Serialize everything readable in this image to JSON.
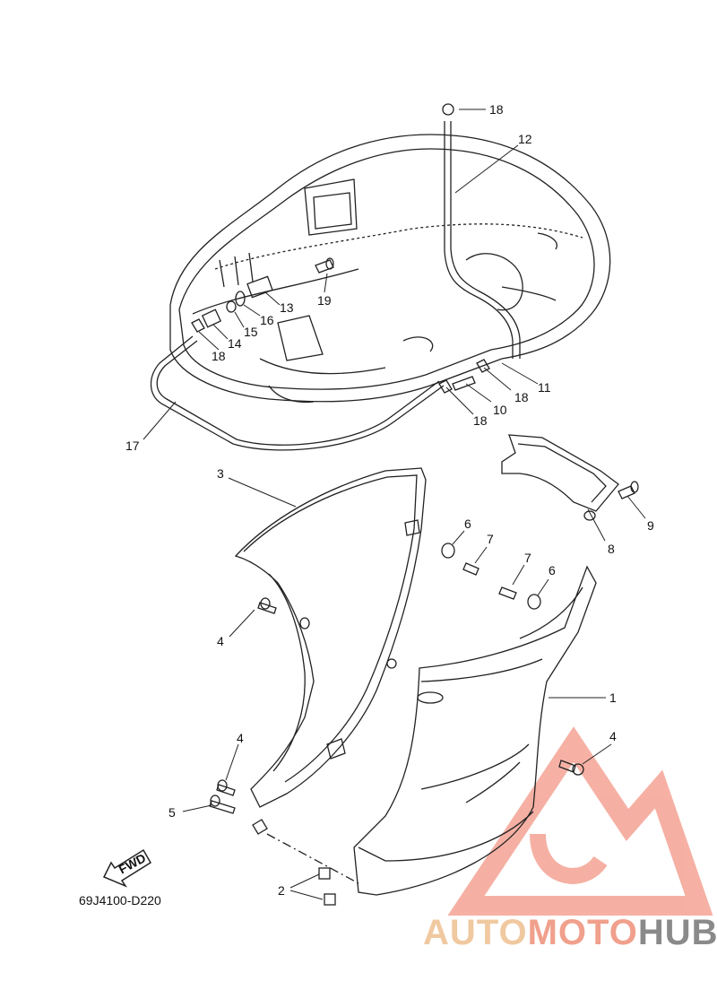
{
  "diagram": {
    "drawing_code": "69J4100-D220",
    "fwd_label": "FWD",
    "callouts": [
      {
        "id": "c1",
        "text": "1"
      },
      {
        "id": "c2",
        "text": "2"
      },
      {
        "id": "c3",
        "text": "3"
      },
      {
        "id": "c4a",
        "text": "4"
      },
      {
        "id": "c4b",
        "text": "4"
      },
      {
        "id": "c4c",
        "text": "4"
      },
      {
        "id": "c5",
        "text": "5"
      },
      {
        "id": "c6a",
        "text": "6"
      },
      {
        "id": "c6b",
        "text": "6"
      },
      {
        "id": "c7a",
        "text": "7"
      },
      {
        "id": "c7b",
        "text": "7"
      },
      {
        "id": "c8",
        "text": "8"
      },
      {
        "id": "c9",
        "text": "9"
      },
      {
        "id": "c10",
        "text": "10"
      },
      {
        "id": "c11",
        "text": "11"
      },
      {
        "id": "c12",
        "text": "12"
      },
      {
        "id": "c13",
        "text": "13"
      },
      {
        "id": "c14",
        "text": "14"
      },
      {
        "id": "c15",
        "text": "15"
      },
      {
        "id": "c16",
        "text": "16"
      },
      {
        "id": "c17",
        "text": "17"
      },
      {
        "id": "c18a",
        "text": "18"
      },
      {
        "id": "c18b",
        "text": "18"
      },
      {
        "id": "c18c",
        "text": "18"
      },
      {
        "id": "c18d",
        "text": "18"
      },
      {
        "id": "c19",
        "text": "19"
      }
    ]
  },
  "watermark": {
    "part1": "AUTO",
    "part2": "MOTO",
    "part3": "HUB",
    "colors": {
      "auto": "#f0c9a0",
      "moto": "#f0a08c",
      "hub": "#8a8a8a",
      "logo": "#f08070"
    }
  }
}
